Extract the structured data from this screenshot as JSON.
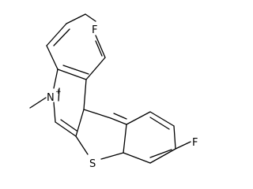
{
  "molecule": {
    "atoms": {
      "fluorine_top": "F",
      "fluorine_right": "F",
      "nitrogen": "N",
      "nitrogen_charge": "+",
      "sulfur": "S"
    },
    "colors": {
      "bond": "#000000",
      "label": "#000000",
      "background": "#ffffff"
    }
  }
}
